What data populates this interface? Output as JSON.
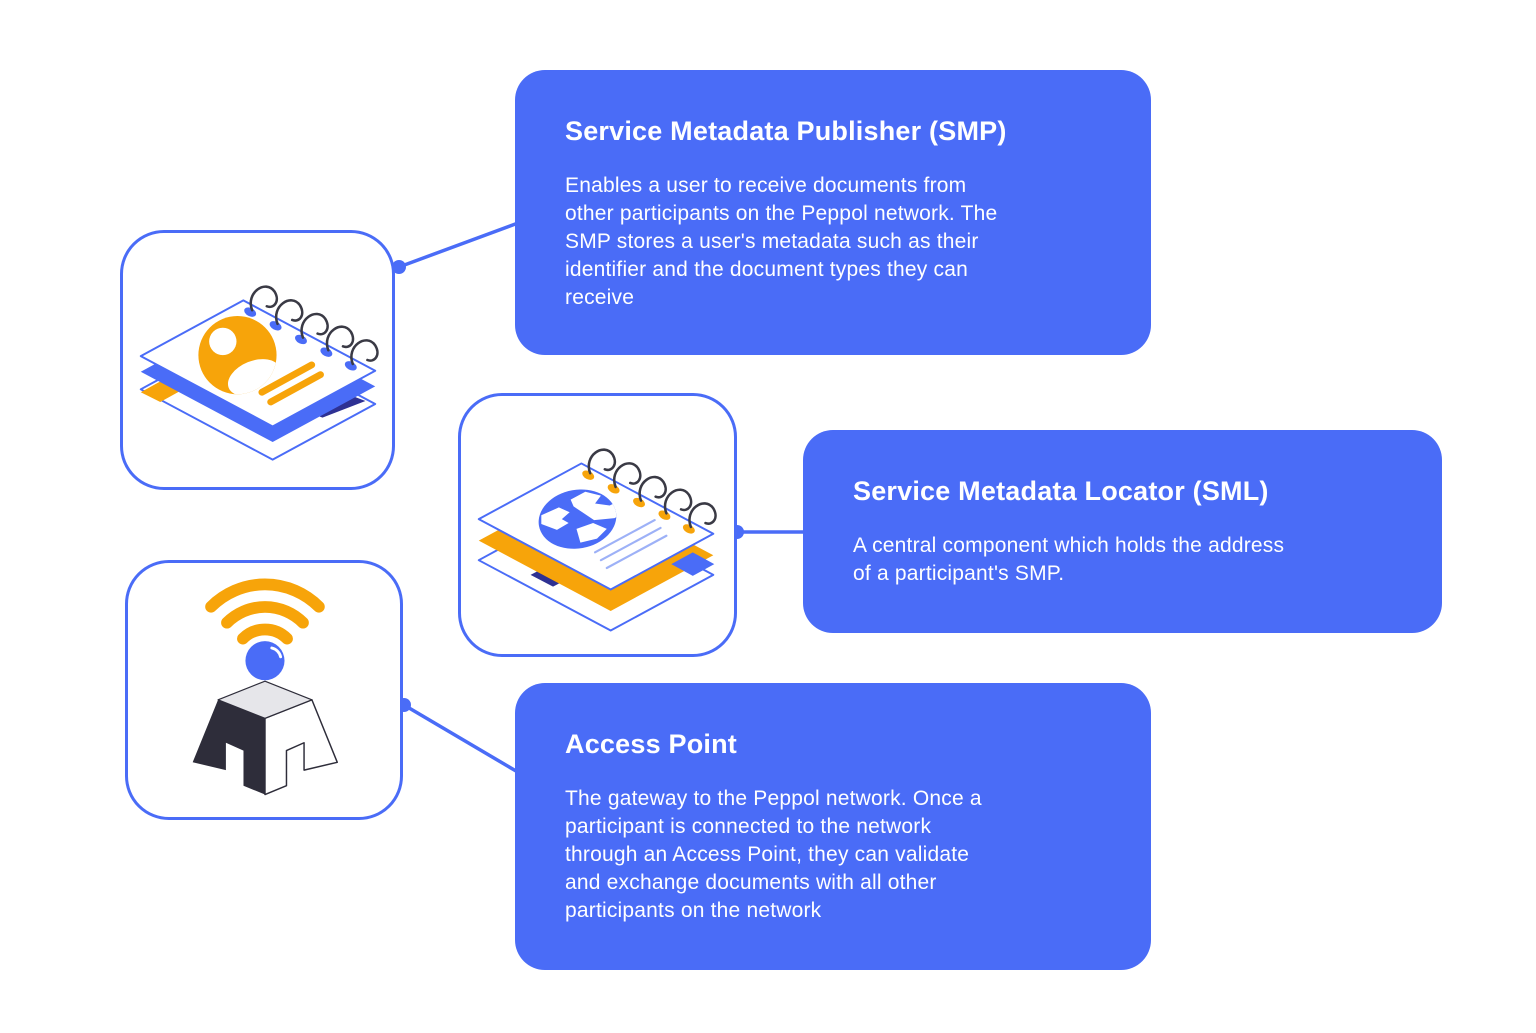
{
  "diagram": {
    "cards": {
      "smp": {
        "title": "Service Metadata Publisher (SMP)",
        "body": "Enables a user to receive documents from\nother participants on the Peppol network. The\nSMP stores a user's metadata such as their\nidentifier and the document types they can\nreceive",
        "icon": "contact-notebook-icon"
      },
      "sml": {
        "title": "Service Metadata Locator (SML)",
        "body": "A central component which holds the address\nof a participant's SMP.",
        "icon": "globe-notebook-icon"
      },
      "access_point": {
        "title": "Access Point",
        "body": "The gateway to the Peppol network. Once a\nparticipant is connected to the network\nthrough an Access Point, they can validate\nand exchange documents with all other\nparticipants on the network",
        "icon": "wifi-beacon-icon"
      }
    },
    "colors": {
      "primary_blue": "#4a6cf7",
      "orange": "#f7a40a",
      "navy": "#2e3193",
      "dark_slate": "#2e2d3a",
      "card_text": "#ffffff"
    }
  }
}
